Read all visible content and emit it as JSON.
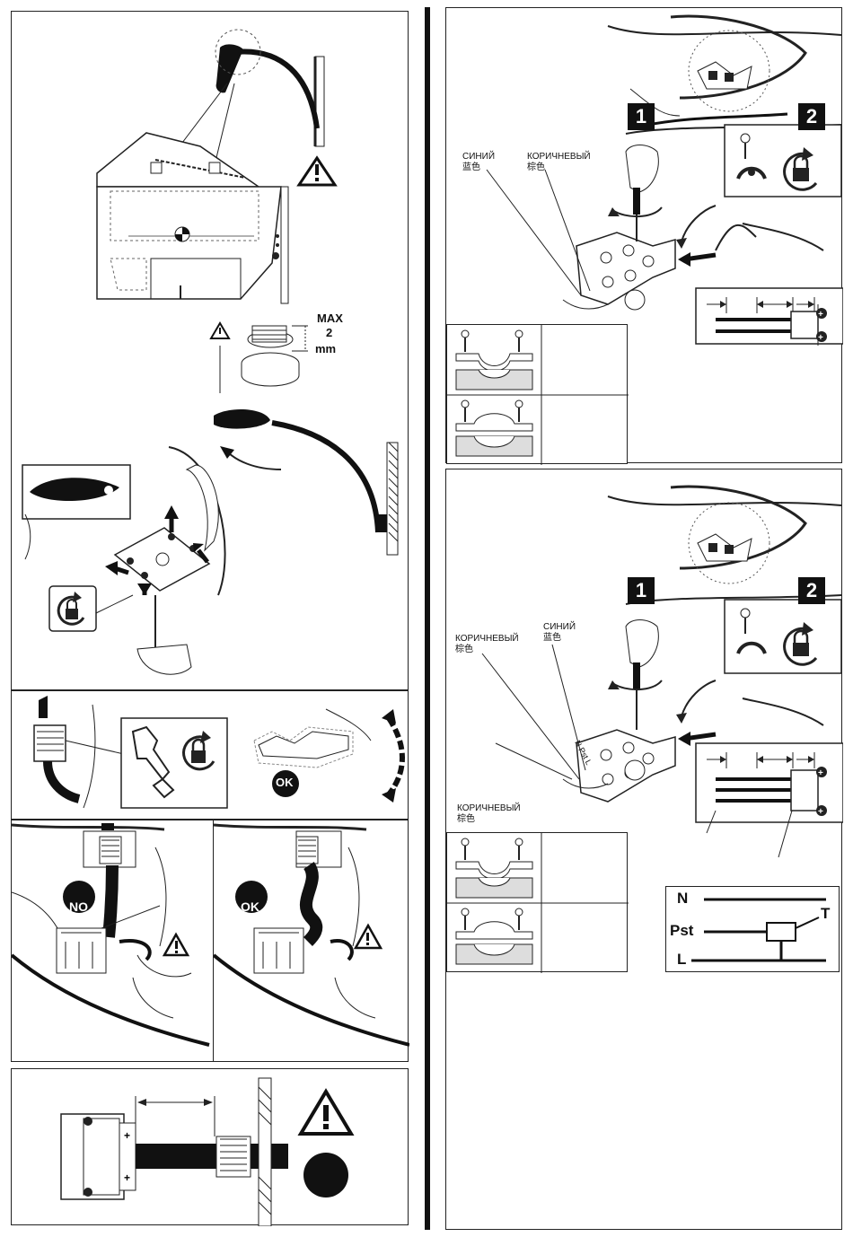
{
  "warning": {
    "max_label": "MAX",
    "max_value": "2",
    "max_unit": "mm"
  },
  "ok_badge": "OK",
  "no_badge": "NO",
  "right_top": {
    "step1": "1",
    "step2": "2",
    "blue_ru": "СИНИЙ",
    "blue_cn": "蓝色",
    "brown_ru": "КОРИЧНЕВЫЙ",
    "brown_cn": "棕色"
  },
  "right_bottom": {
    "step1": "1",
    "step2": "2",
    "brown_ru": "КОРИЧНЕВЫЙ",
    "brown_cn": "棕色",
    "blue_ru": "СИНИЙ",
    "blue_cn": "蓝色",
    "brown2_ru": "КОРИЧНЕВЫЙ",
    "brown2_cn": "棕色",
    "terminal_letters": "N Pst L"
  },
  "circuit": {
    "n": "N",
    "pst": "Pst",
    "l": "L",
    "t": "T"
  },
  "icons": [
    "warning-triangle-icon",
    "lock-rotate-icon",
    "wrench-icon",
    "screw-icon",
    "arrow-icon"
  ]
}
